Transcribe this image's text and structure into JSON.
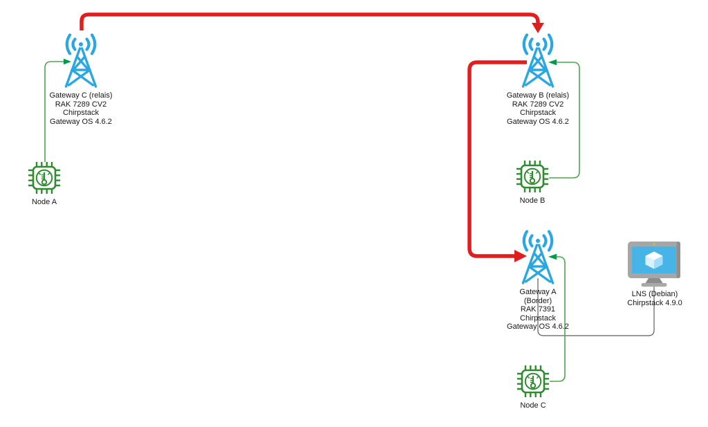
{
  "colors": {
    "tower_blue": "#29A7E0",
    "chip_green": "#2E8B2E",
    "uplink_green": "#4CA64C",
    "uplink_arrow_green": "#009B48",
    "relay_red": "#E01E1E",
    "backhaul_gray": "#5C5C5C",
    "screen_blue": "#47B4E8",
    "monitor_gray": "#A6A6A6",
    "label_black": "#161616"
  },
  "nodes": {
    "gateway_c": {
      "icon": "radio-tower-icon",
      "label_lines": [
        "Gateway C (relais)",
        "RAK 7289 CV2",
        "Chirpstack",
        "Gateway OS 4.6.2"
      ]
    },
    "gateway_b": {
      "icon": "radio-tower-icon",
      "label_lines": [
        "Gateway B (relais)",
        "RAK 7289 CV2",
        "Chirpstack",
        "Gateway OS 4.6.2"
      ]
    },
    "gateway_a": {
      "icon": "radio-tower-icon",
      "label_lines": [
        "Gateway A",
        "(Border)",
        "RAK 7391",
        "Chirpstack",
        "Gateway OS 4.6.2"
      ]
    },
    "node_a": {
      "icon": "sensor-chip-icon",
      "label": "Node A"
    },
    "node_b": {
      "icon": "sensor-chip-icon",
      "label": "Node B"
    },
    "node_c": {
      "icon": "sensor-chip-icon",
      "label": "Node C"
    },
    "lns": {
      "icon": "server-monitor-icon",
      "label_lines": [
        "LNS (Debian)",
        "Chirpstack 4.9.0"
      ]
    }
  },
  "connections": [
    {
      "from": "Gateway C (relais)",
      "to": "Gateway B (relais)",
      "color": "red",
      "arrow": true
    },
    {
      "from": "Gateway B (relais)",
      "to": "Gateway A (Border)",
      "color": "red",
      "arrow": true
    },
    {
      "from": "Node A",
      "to": "Gateway C (relais)",
      "color": "green",
      "arrow": true
    },
    {
      "from": "Node B",
      "to": "Gateway B (relais)",
      "color": "green",
      "arrow": true
    },
    {
      "from": "Node C",
      "to": "Gateway A (Border)",
      "color": "green",
      "arrow": true
    },
    {
      "from": "Gateway A (Border)",
      "to": "LNS (Debian)",
      "color": "gray",
      "arrow": false
    }
  ]
}
